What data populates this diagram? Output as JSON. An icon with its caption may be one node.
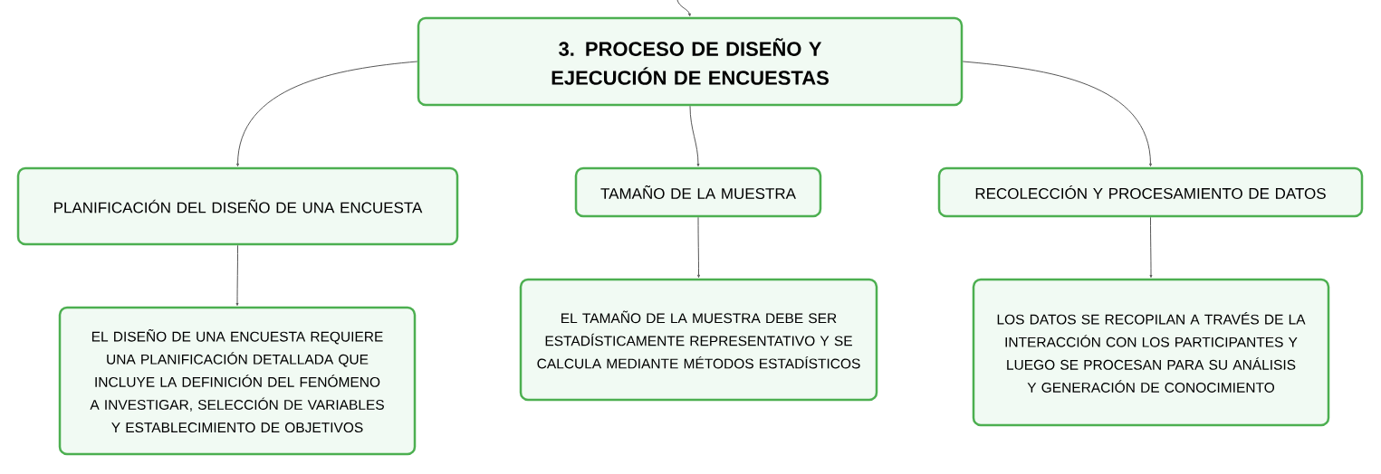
{
  "diagram": {
    "nodes": [
      {
        "text": [
          "3. PROCESO DE DISEÑO Y EJECUCIÓN DE ENCUESTAS"
        ]
      },
      {
        "text": [
          "PLANIFICACIÓN DEL DISEÑO DE UNA ENCUESTA"
        ]
      },
      {
        "text": [
          "TAMAÑO DE LA MUESTRA"
        ]
      },
      {
        "text": [
          "RECOLECCIÓN Y PROCESAMIENTO DE DATOS"
        ]
      },
      {
        "text": [
          "EL DISEÑO DE UNA ENCUESTA REQUIERE UNA PLANIFICACIÓN DETALLADA QUE INCLUYE LA DEFINICIÓN DEL FENÓMENO A INVESTIGAR, SELECCIÓN DE VARIABLES Y ESTABLECIMIENTO DE OBJETIVOS"
        ]
      },
      {
        "text": [
          "EL TAMAÑO DE LA MUESTRA DEBE SER ESTADÍSTICAMENTE REPRESENTATIVO Y SE CALCULA MEDIANTE MÉTODOS ESTADÍSTICOS"
        ]
      },
      {
        "text": [
          "LOS DATOS SE RECOPILAN A TRAVÉS DE LA INTERACCIÓN CON LOS PARTICIPANTES Y LUEGO SE PROCESAN PARA SU ANÁLISIS Y GENERACIÓN DE CONOCIMIENTO"
        ]
      }
    ],
    "edges": [
      {
        "from": null,
        "to": 0,
        "arrow": "to"
      },
      {
        "from": 0,
        "to": 1,
        "arrow": "to"
      },
      {
        "from": 0,
        "to": 2,
        "arrow": "to"
      },
      {
        "from": 0,
        "to": 3,
        "arrow": "to"
      },
      {
        "from": 1,
        "to": 4,
        "arrow": "to"
      },
      {
        "from": 2,
        "to": 5,
        "arrow": "to"
      },
      {
        "from": 3,
        "to": 6,
        "arrow": "to"
      }
    ]
  }
}
